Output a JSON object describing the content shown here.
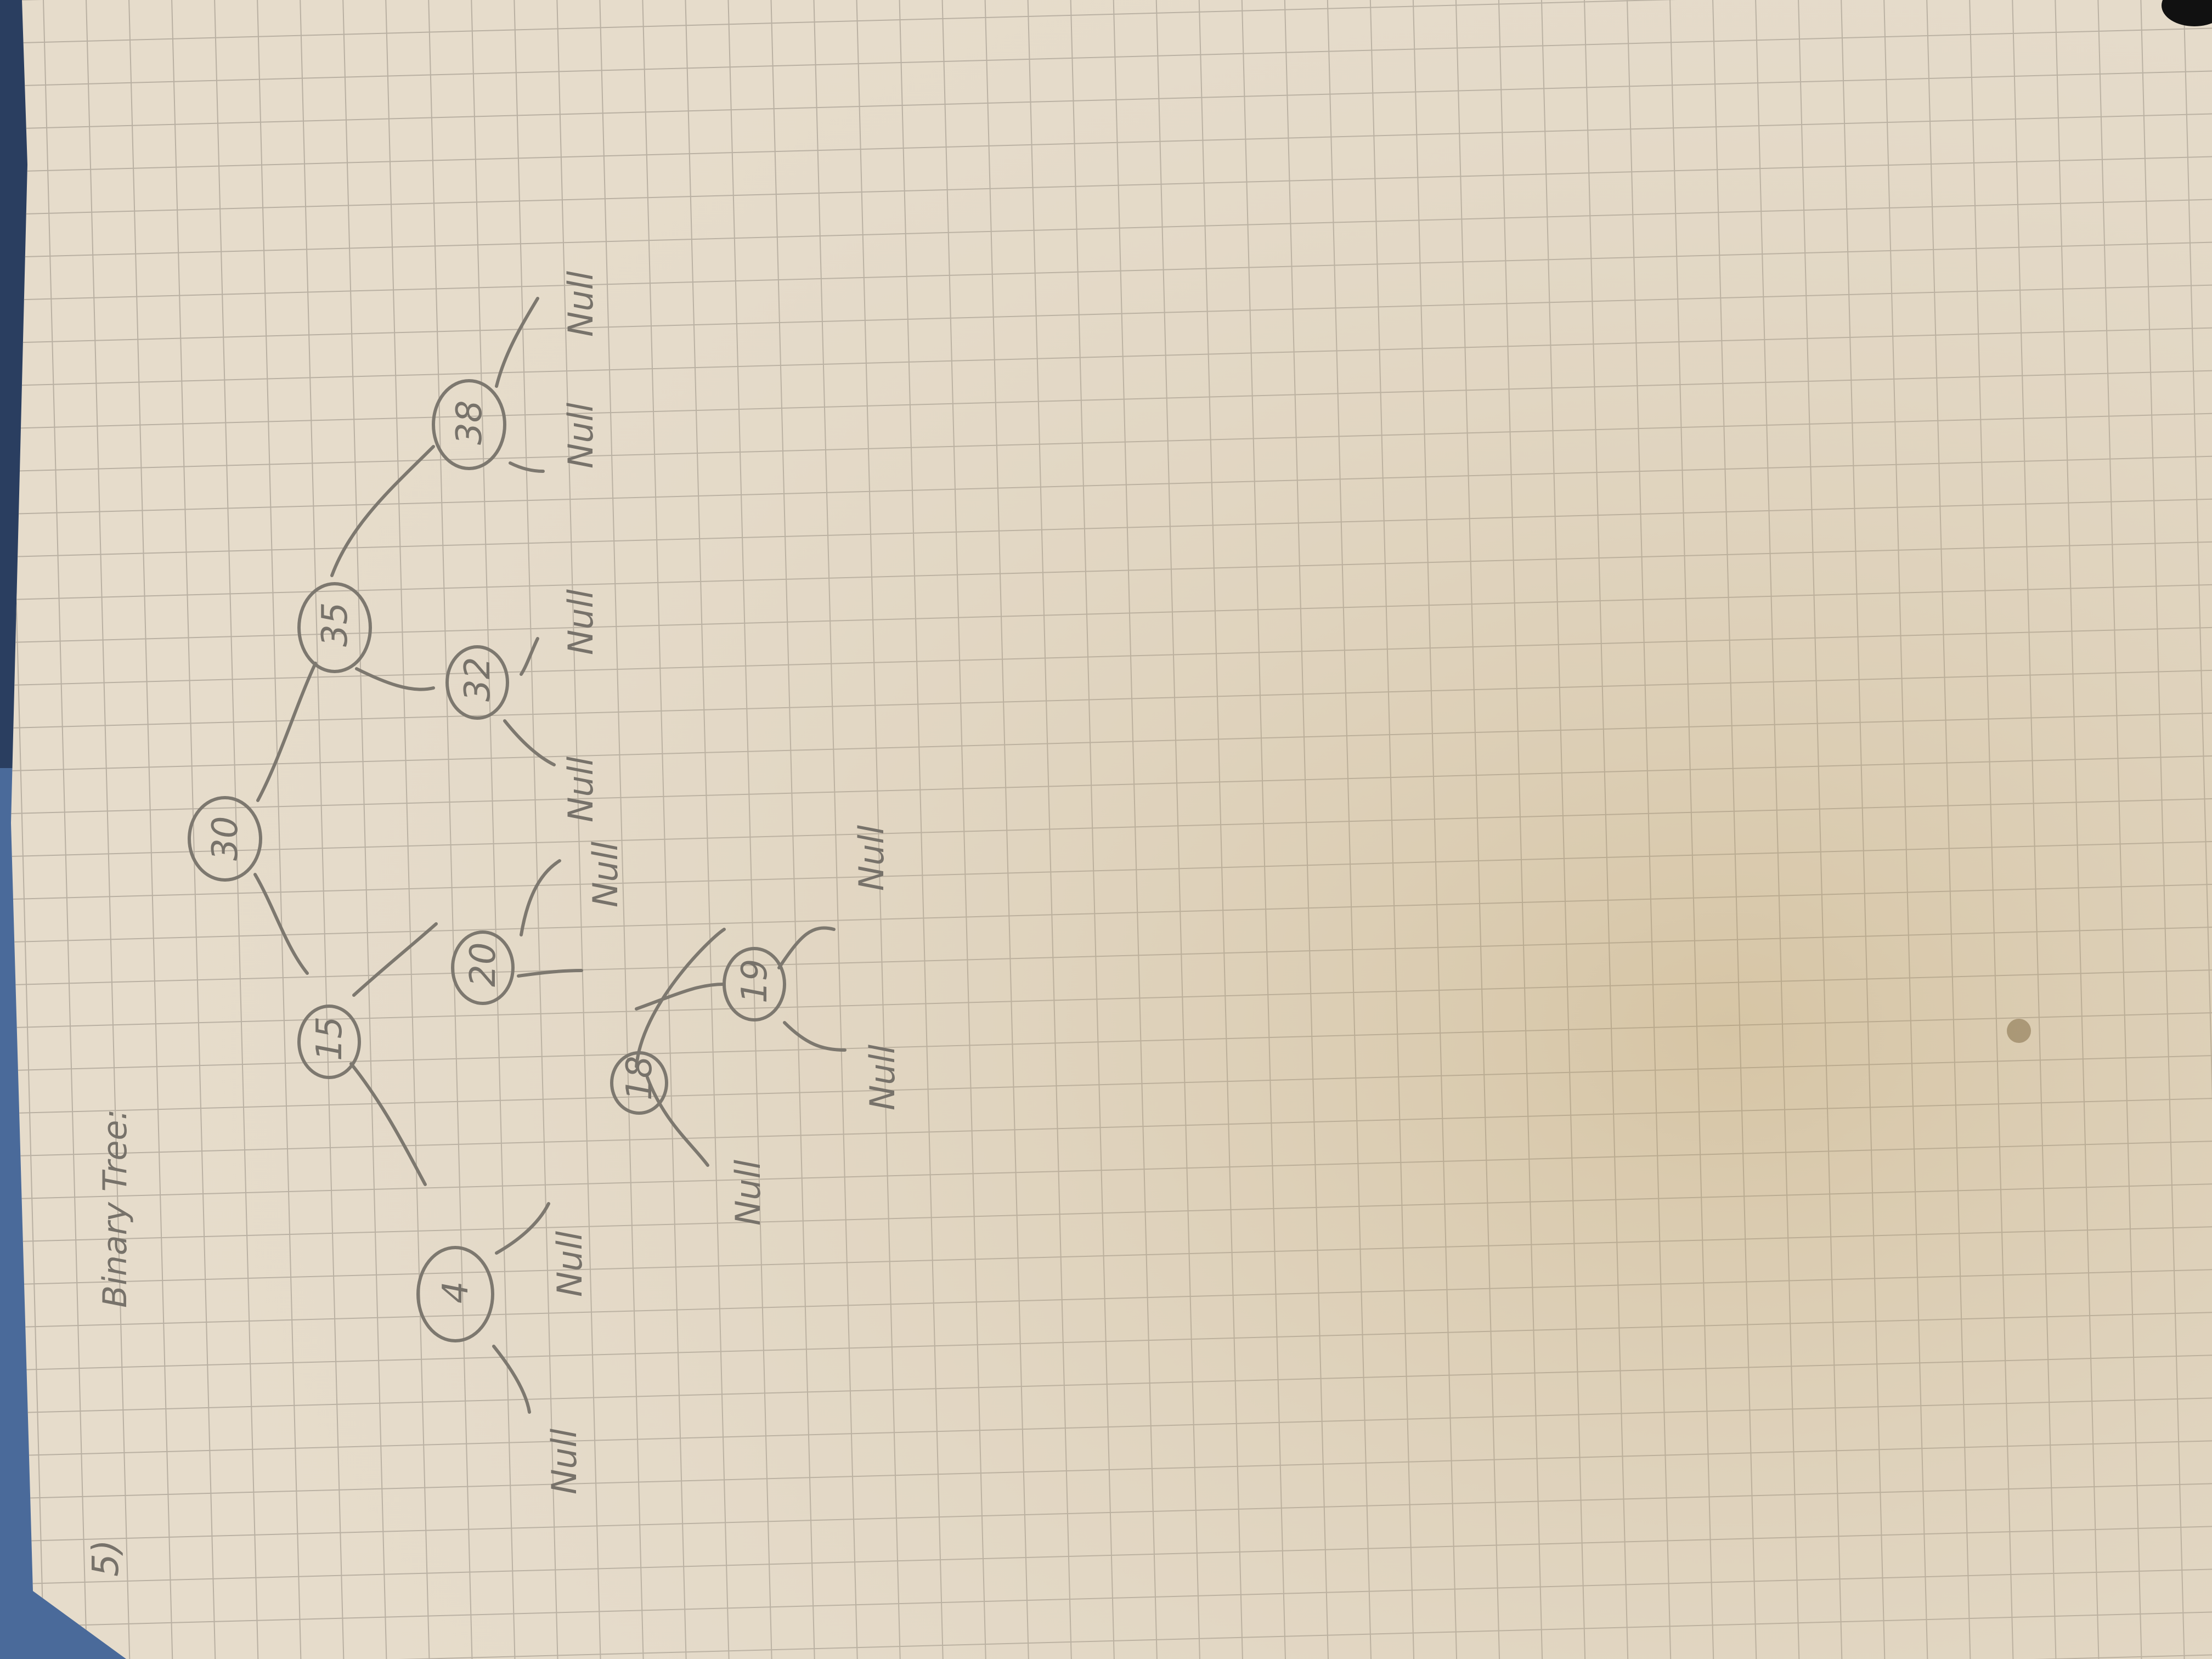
{
  "heading": {
    "number": "5)",
    "title": "Binary Tree:"
  },
  "tree": {
    "nodes": [
      {
        "id": "30",
        "label": "30"
      },
      {
        "id": "15",
        "label": "15"
      },
      {
        "id": "35",
        "label": "35"
      },
      {
        "id": "4",
        "label": "4"
      },
      {
        "id": "20",
        "label": "20"
      },
      {
        "id": "32",
        "label": "32"
      },
      {
        "id": "38",
        "label": "38"
      },
      {
        "id": "18",
        "label": "18"
      },
      {
        "id": "19",
        "label": "19"
      }
    ],
    "edges": [
      {
        "from": "30",
        "to": "15"
      },
      {
        "from": "30",
        "to": "35"
      },
      {
        "from": "15",
        "to": "4"
      },
      {
        "from": "15",
        "to": "20"
      },
      {
        "from": "35",
        "to": "32"
      },
      {
        "from": "35",
        "to": "38"
      },
      {
        "from": "20",
        "to": "18"
      },
      {
        "from": "18",
        "to": "19"
      }
    ],
    "null_labels": {
      "four_left": "Null",
      "four_right": "Null",
      "twenty_right": "Null",
      "eighteen_left": "Null",
      "nineteen_left": "Null",
      "nineteen_right": "Null",
      "thirtytwo_left": "Null",
      "thirtytwo_right": "Null",
      "thirtyeight_left": "Null",
      "thirtyeight_right": "Null"
    }
  },
  "colors": {
    "paper": "#e8ddc8",
    "grid": "#b8b0a4",
    "ink": "#7d786f",
    "desk": "#4a6a9a"
  }
}
